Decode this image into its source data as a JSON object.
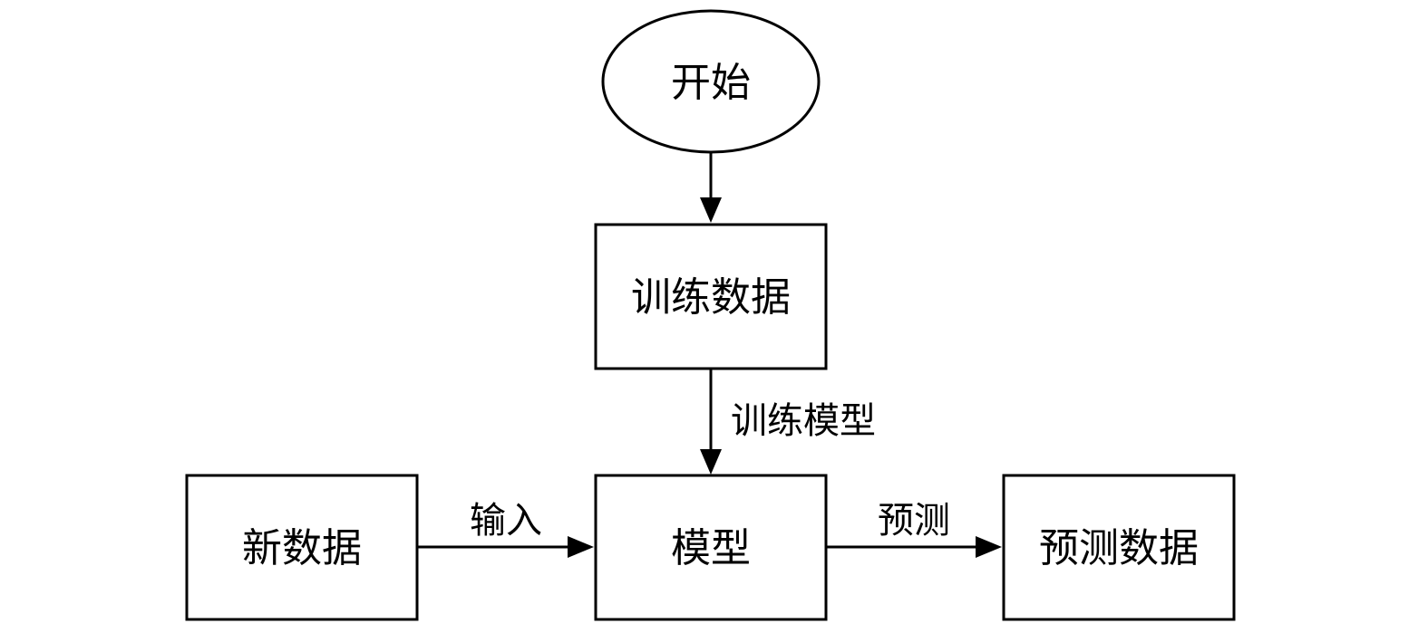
{
  "nodes": {
    "start": {
      "label": "开始",
      "shape": "ellipse"
    },
    "training_data": {
      "label": "训练数据",
      "shape": "rectangle"
    },
    "model": {
      "label": "模型",
      "shape": "rectangle"
    },
    "new_data": {
      "label": "新数据",
      "shape": "rectangle"
    },
    "prediction_data": {
      "label": "预测数据",
      "shape": "rectangle"
    }
  },
  "edges": {
    "start_to_training": {
      "label": ""
    },
    "train_model": {
      "label": "训练模型"
    },
    "input": {
      "label": "输入"
    },
    "predict": {
      "label": "预测"
    }
  },
  "colors": {
    "stroke": "#000000",
    "background": "#ffffff"
  }
}
